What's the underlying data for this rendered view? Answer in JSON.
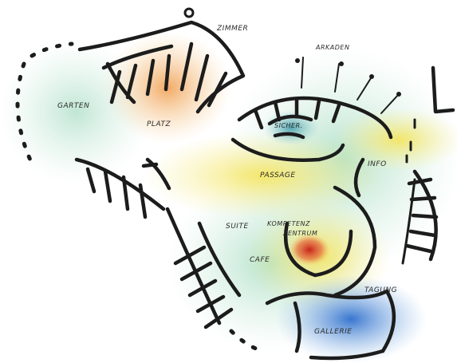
{
  "labels": {
    "zimmer": "ZIMMER",
    "arkaden": "ARKADEN",
    "garten": "GARTEN",
    "platz": "PLATZ",
    "sicherheit": "SICHER.",
    "passage": "PASSAGE",
    "info": "INFO",
    "suite": "SUITE",
    "kommunikation": "KOMPETENZ",
    "zentrum": "ZENTRUM",
    "cafe": "CAFE",
    "tagung": "TAGUNG",
    "gallerie": "GALLERIE"
  },
  "colors": {
    "ink": "#1c1c1c",
    "green_wash": "#a9dcc3",
    "yellow_wash": "#f3e86a",
    "orange_wash": "#f0a050",
    "blue_wash": "#3f7fd0",
    "red_core": "#d4301e"
  }
}
